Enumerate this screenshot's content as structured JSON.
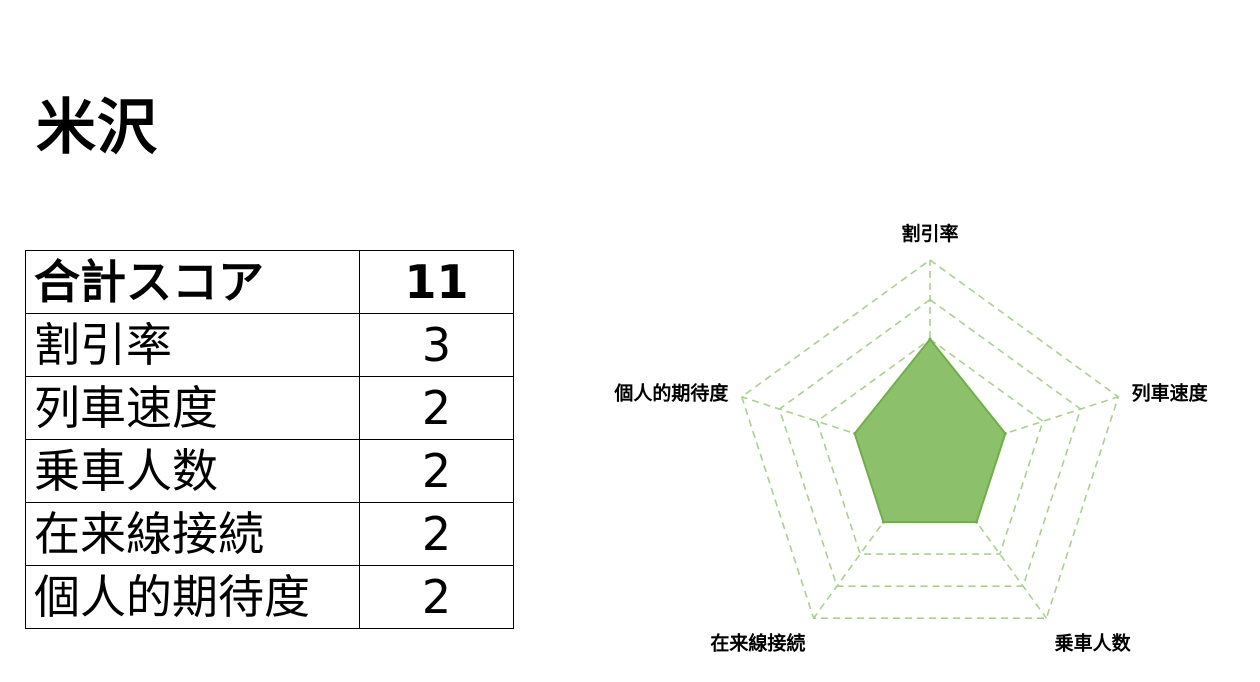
{
  "title": "米沢",
  "table": {
    "total": {
      "label": "合計スコア",
      "value": "11"
    },
    "rows": [
      {
        "label": "割引率",
        "value": "3"
      },
      {
        "label": "列車速度",
        "value": "2"
      },
      {
        "label": "乗車人数",
        "value": "2"
      },
      {
        "label": "在来線接続",
        "value": "2"
      },
      {
        "label": "個人的期待度",
        "value": "2"
      }
    ]
  },
  "chart_data": {
    "type": "radar",
    "categories": [
      "割引率",
      "列車速度",
      "乗車人数",
      "在来線接続",
      "個人的期待度"
    ],
    "series": [
      {
        "values": [
          3,
          2,
          2,
          2,
          2
        ]
      }
    ],
    "rlim": [
      0,
      5
    ],
    "grid": true,
    "colors": {
      "fill": "#8CC06A",
      "stroke": "#6FAF4A",
      "grid": "#A9D18E"
    }
  }
}
